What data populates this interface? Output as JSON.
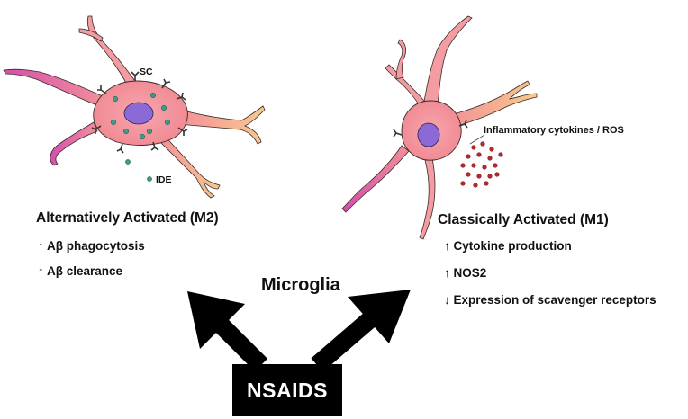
{
  "left_cell": {
    "heading": "Alternatively Activated (M2)",
    "items": [
      "↑ Aβ phagocytosis",
      "↑ Aβ clearance"
    ],
    "labels": {
      "receptor": "SC",
      "enzyme": "IDE"
    }
  },
  "right_cell": {
    "heading": "Classically Activated (M1)",
    "items": [
      "↑ Cytokine production",
      "↑ NOS2",
      "↓ Expression of scavenger receptors"
    ],
    "labels": {
      "secretion": "Inflammatory cytokines / ROS"
    }
  },
  "center": {
    "title": "Microglia",
    "drug": "NSAIDS"
  },
  "colors": {
    "cell_body": "#f38e98",
    "cell_process_yellow": "#f6c48a",
    "cell_process_magenta": "#d24ea8",
    "nucleus": "#8c6ad6",
    "dots_green": "#3c9a86",
    "dots_red": "#b3282a",
    "arrows": "#000000"
  }
}
